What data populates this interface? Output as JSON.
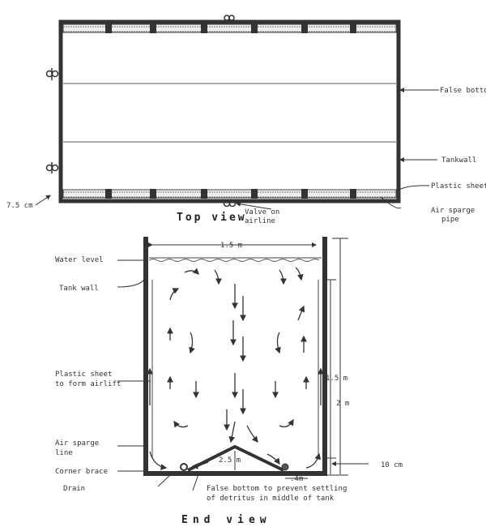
{
  "top_view": {
    "caption": "Top view",
    "labels": {
      "false_bottom": "False bottom",
      "tankwall": "Tankwall",
      "plastic_sheet": "Plastic sheet",
      "air_sparge_pipe_1": "Air sparge",
      "air_sparge_pipe_2": "pipe",
      "valve_1": "Valve on",
      "valve_2": "airline",
      "dimension": "7.5 cm"
    }
  },
  "end_view": {
    "caption": "End view",
    "labels": {
      "water_level": "Water level",
      "tank_wall": "Tank wall",
      "plastic_sheet_1": "Plastic sheet",
      "plastic_sheet_2": "to form airlift",
      "air_sparge_1": "Air sparge",
      "air_sparge_2": "line",
      "corner_brace": "Corner brace",
      "drain": "Drain",
      "false_bottom_1": "False bottom to prevent settling",
      "false_bottom_2": "of detritus in middle of tank"
    },
    "dimensions": {
      "width": "1.5 m",
      "airlift_height": "1.5 m",
      "tank_height": "2 m",
      "bottom_gap": "10 cm",
      "peak_height": "2.5 m",
      "drain_offset": ".4m"
    }
  }
}
